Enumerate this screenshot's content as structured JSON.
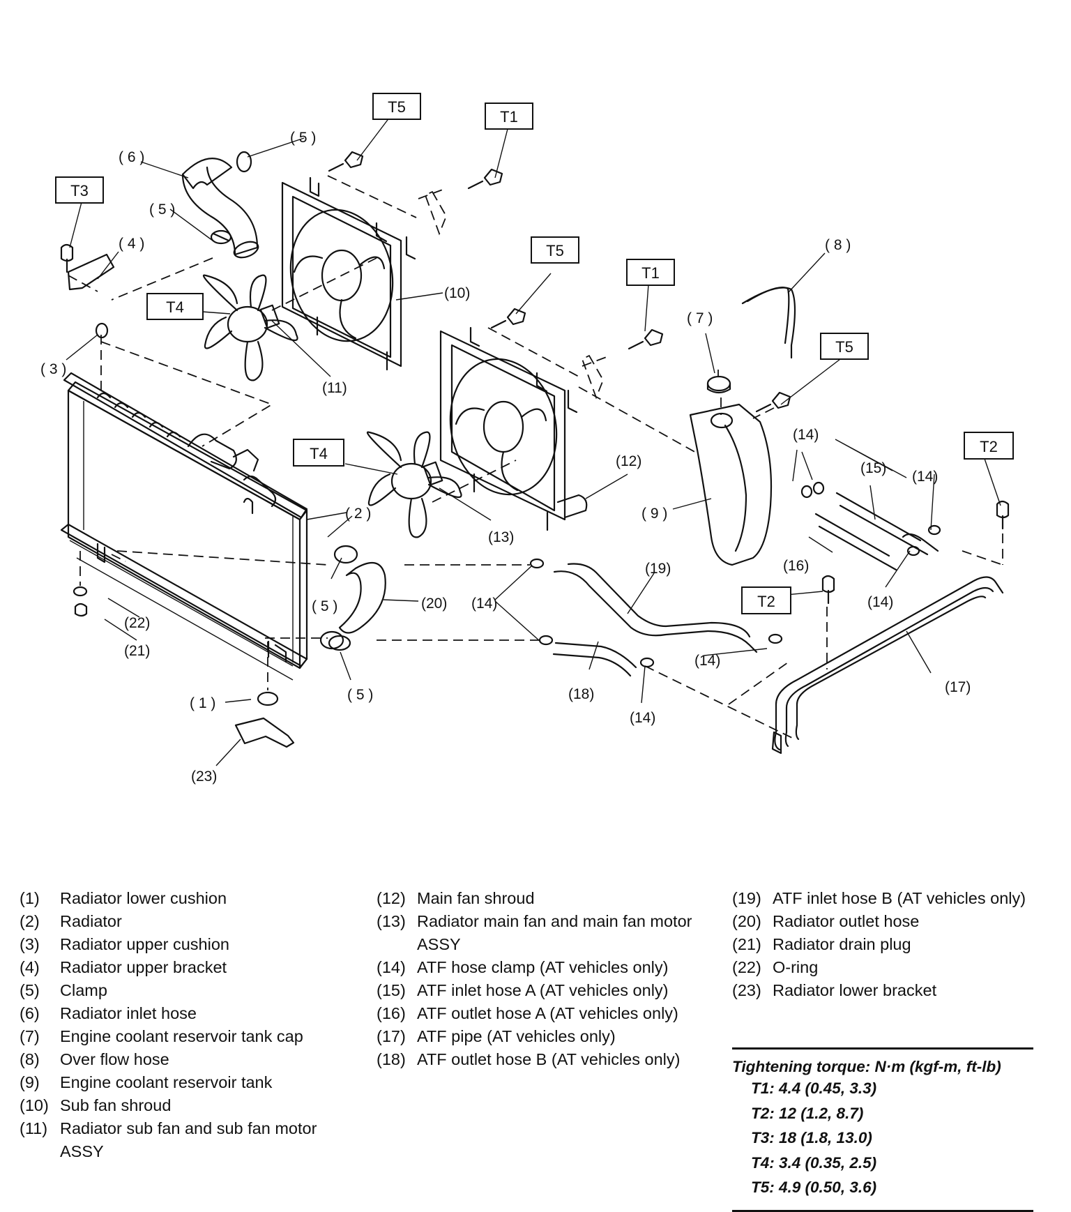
{
  "callouts": {
    "c1": "( 1 )",
    "c2": "( 2 )",
    "c3": "( 3 )",
    "c4": "( 4 )",
    "c5a": "( 5 )",
    "c5b": "( 5 )",
    "c5c": "( 5 )",
    "c5d": "( 5 )",
    "c6": "( 6 )",
    "c7": "( 7 )",
    "c8": "( 8 )",
    "c9": "( 9 )",
    "c10": "(10)",
    "c11": "(11)",
    "c12": "(12)",
    "c13": "(13)",
    "c14a": "(14)",
    "c14b": "(14)",
    "c14c": "(14)",
    "c14d": "(14)",
    "c14e": "(14)",
    "c14f": "(14)",
    "c15": "(15)",
    "c16": "(16)",
    "c17": "(17)",
    "c18": "(18)",
    "c19": "(19)",
    "c20": "(20)",
    "c21": "(21)",
    "c22": "(22)",
    "c23": "(23)"
  },
  "torque_tags": {
    "t5a": "T5",
    "t1a": "T1",
    "t3": "T3",
    "t4a": "T4",
    "t5b": "T5",
    "t1b": "T1",
    "t5c": "T5",
    "t4b": "T4",
    "t2a": "T2",
    "t2b": "T2"
  },
  "legend": {
    "col1": [
      {
        "num": "(1)",
        "text": "Radiator lower cushion"
      },
      {
        "num": "(2)",
        "text": "Radiator"
      },
      {
        "num": "(3)",
        "text": "Radiator upper cushion"
      },
      {
        "num": "(4)",
        "text": "Radiator upper bracket"
      },
      {
        "num": "(5)",
        "text": "Clamp"
      },
      {
        "num": "(6)",
        "text": "Radiator inlet hose"
      },
      {
        "num": "(7)",
        "text": "Engine coolant reservoir tank cap"
      },
      {
        "num": "(8)",
        "text": "Over flow hose"
      },
      {
        "num": "(9)",
        "text": "Engine coolant reservoir tank"
      },
      {
        "num": "(10)",
        "text": "Sub fan shroud"
      },
      {
        "num": "(11)",
        "text": "Radiator sub fan and sub fan motor ASSY"
      }
    ],
    "col2": [
      {
        "num": "(12)",
        "text": "Main fan shroud"
      },
      {
        "num": "(13)",
        "text": "Radiator main fan and main fan motor ASSY"
      },
      {
        "num": "(14)",
        "text": "ATF hose clamp (AT vehicles only)"
      },
      {
        "num": "(15)",
        "text": "ATF inlet hose A (AT vehicles only)"
      },
      {
        "num": "(16)",
        "text": "ATF outlet hose A (AT vehicles only)"
      },
      {
        "num": "(17)",
        "text": "ATF pipe (AT vehicles only)"
      },
      {
        "num": "(18)",
        "text": "ATF outlet hose B (AT vehicles only)"
      }
    ],
    "col3": [
      {
        "num": "(19)",
        "text": "ATF inlet hose B (AT vehicles only)"
      },
      {
        "num": "(20)",
        "text": "Radiator outlet hose"
      },
      {
        "num": "(21)",
        "text": "Radiator drain plug"
      },
      {
        "num": "(22)",
        "text": "O-ring"
      },
      {
        "num": "(23)",
        "text": "Radiator lower bracket"
      }
    ]
  },
  "torque": {
    "title": "Tightening torque: N·m (kgf-m, ft-lb)",
    "values": [
      "T1: 4.4 (0.45, 3.3)",
      "T2: 12 (1.2, 8.7)",
      "T3: 18 (1.8, 13.0)",
      "T4: 3.4 (0.35, 2.5)",
      "T5: 4.9 (0.50, 3.6)"
    ]
  }
}
